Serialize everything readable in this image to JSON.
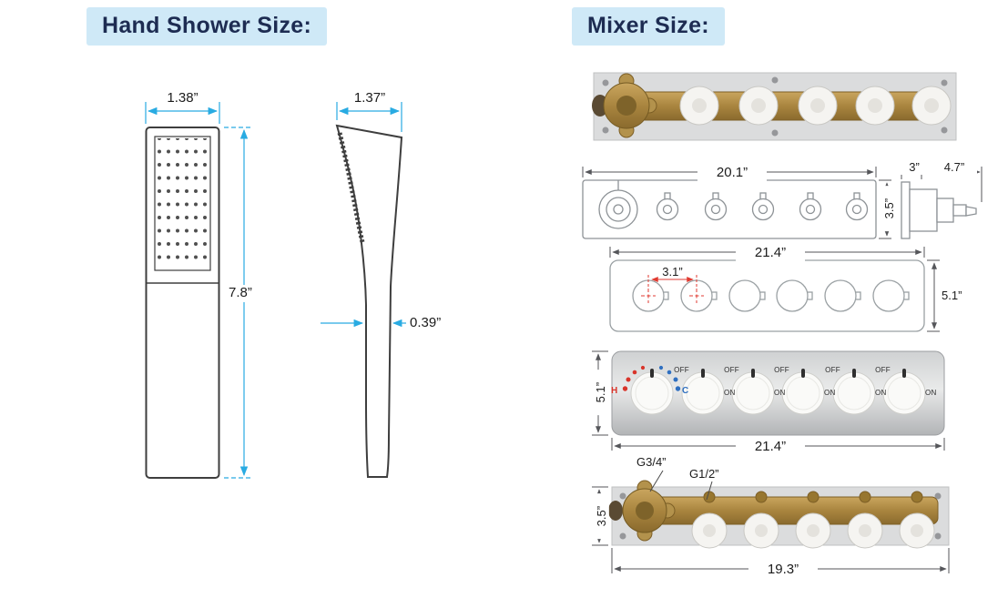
{
  "appearance": {
    "accent_cyan": "#29abe2",
    "header_bg": "#cfe9f7",
    "header_text": "#1d2c52",
    "dim_red": "#e03a30",
    "hot_red": "#d8342a",
    "cold_blue": "#2f6fc0",
    "brass": "#a9853f"
  },
  "hand_shower": {
    "title": "Hand Shower Size:",
    "front_width": "1.38”",
    "front_height": "7.8”",
    "side_width": "1.37”",
    "side_thickness": "0.39”"
  },
  "mixer": {
    "title": "Mixer Size:",
    "rough_in_width": "20.1”",
    "rough_in_height": "3.5”",
    "side_depth_plate": "3”",
    "side_depth_total": "4.7”",
    "faceplate_width": "21.4”",
    "handle_spacing": "3.1”",
    "faceplate_height": "5.1”",
    "render_height": "5.1”",
    "render_width": "21.4”",
    "hot_label": "H",
    "cold_label": "C",
    "off_label": "OFF",
    "on_label": "ON",
    "inlet_thread": "G3/4”",
    "outlet_thread": "G1/2”",
    "bottom_height": "3.5”",
    "bottom_width": "19.3”"
  }
}
